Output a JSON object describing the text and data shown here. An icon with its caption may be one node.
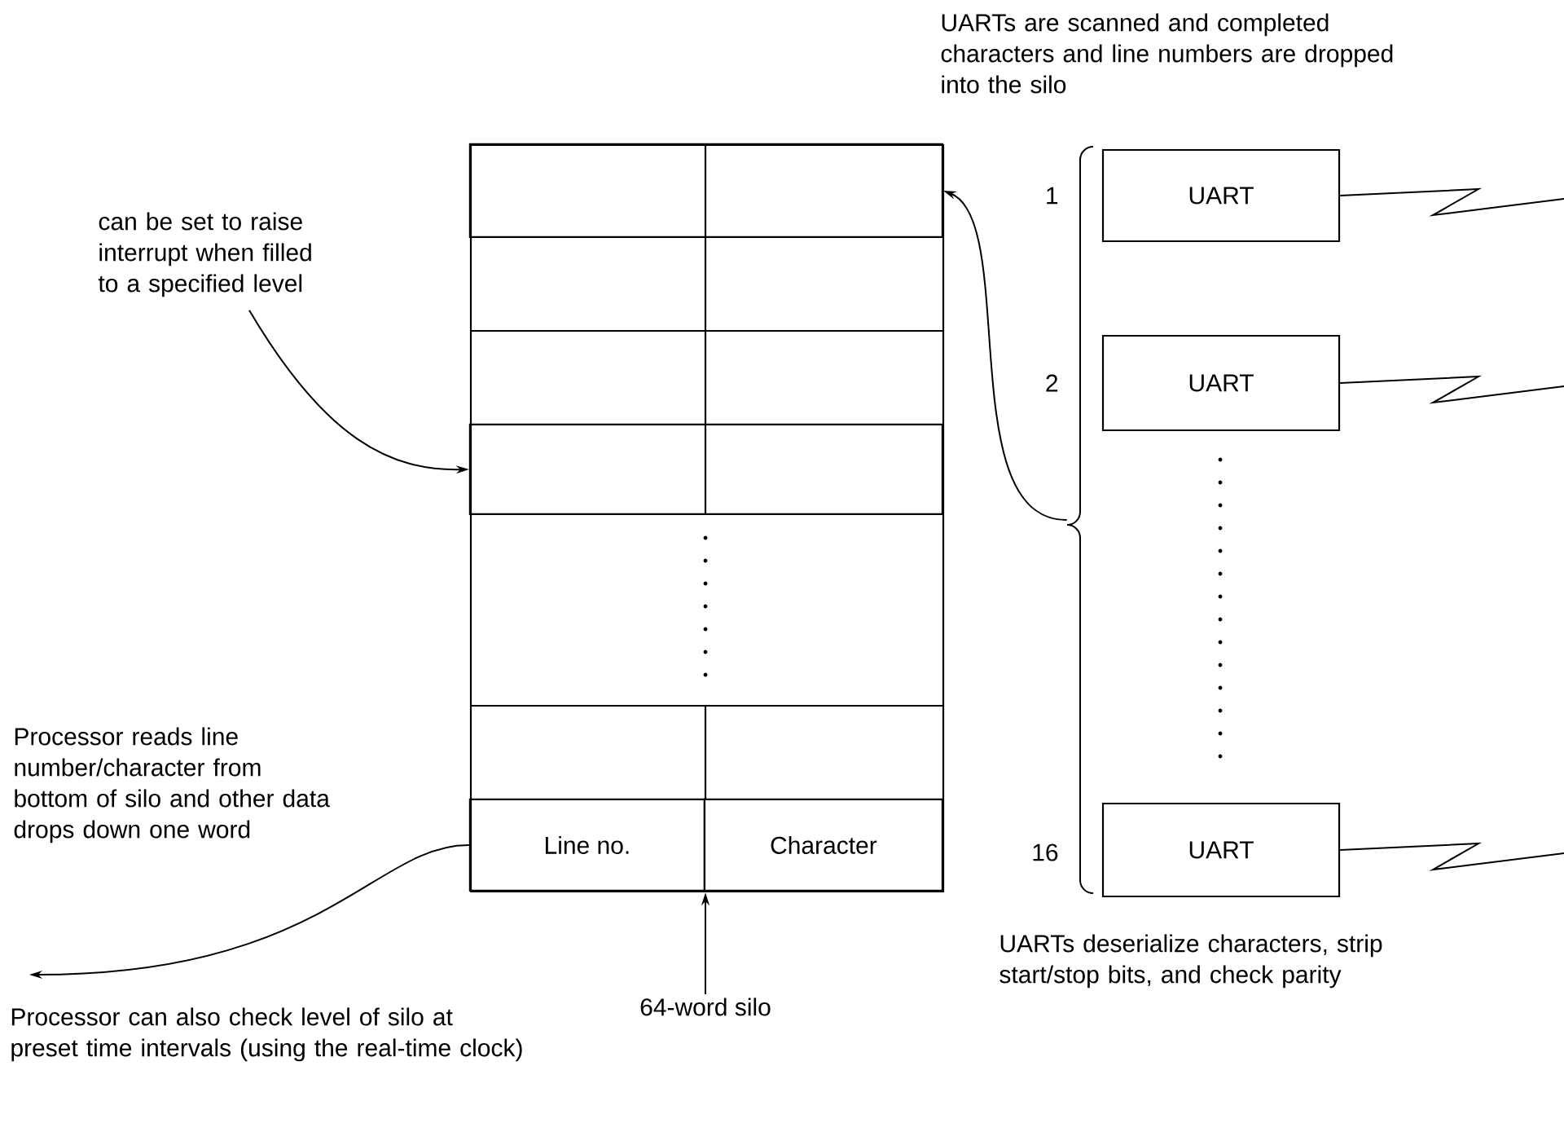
{
  "diagram": {
    "nodes": [
      {
        "text": [],
        "shape": "box"
      },
      {
        "text": [],
        "shape": "box",
        "in": 0
      },
      {
        "text": [],
        "shape": "box",
        "in": 0
      },
      {
        "text": [
          "Line no."
        ],
        "in": 0
      },
      {
        "text": [
          "Character"
        ],
        "in": 0
      },
      {
        "text": [
          "UART"
        ]
      },
      {
        "text": [
          "UART"
        ]
      },
      {
        "text": [
          "UART"
        ]
      },
      {
        "text": [
          "can be set to raise interrupt when filled to a specified level"
        ]
      },
      {
        "text": [
          "64-word silo"
        ]
      },
      {
        "text": [],
        "shape": "brace"
      }
    ],
    "edges": [
      {
        "from": 10,
        "to": 1,
        "arrow": "to"
      },
      {
        "from": 8,
        "to": 2,
        "arrow": "to"
      },
      {
        "from": 3,
        "to": null,
        "arrow": "to"
      },
      {
        "from": 9,
        "to": 0,
        "arrow": "to"
      },
      {
        "from": 5,
        "to": null,
        "arrow": "none"
      },
      {
        "from": 6,
        "to": null,
        "arrow": "none"
      },
      {
        "from": 7,
        "to": null,
        "arrow": "none"
      }
    ],
    "labels": [
      "UARTs are scanned and completed characters and line numbers are dropped into the silo",
      "1",
      "2",
      "16",
      "Processor reads line number/character from bottom of silo and other data drops down one word",
      "Processor can also check level of silo at preset time intervals (using the real-time clock)",
      "UARTs deserialize characters, strip start/stop bits, and check parity"
    ]
  }
}
